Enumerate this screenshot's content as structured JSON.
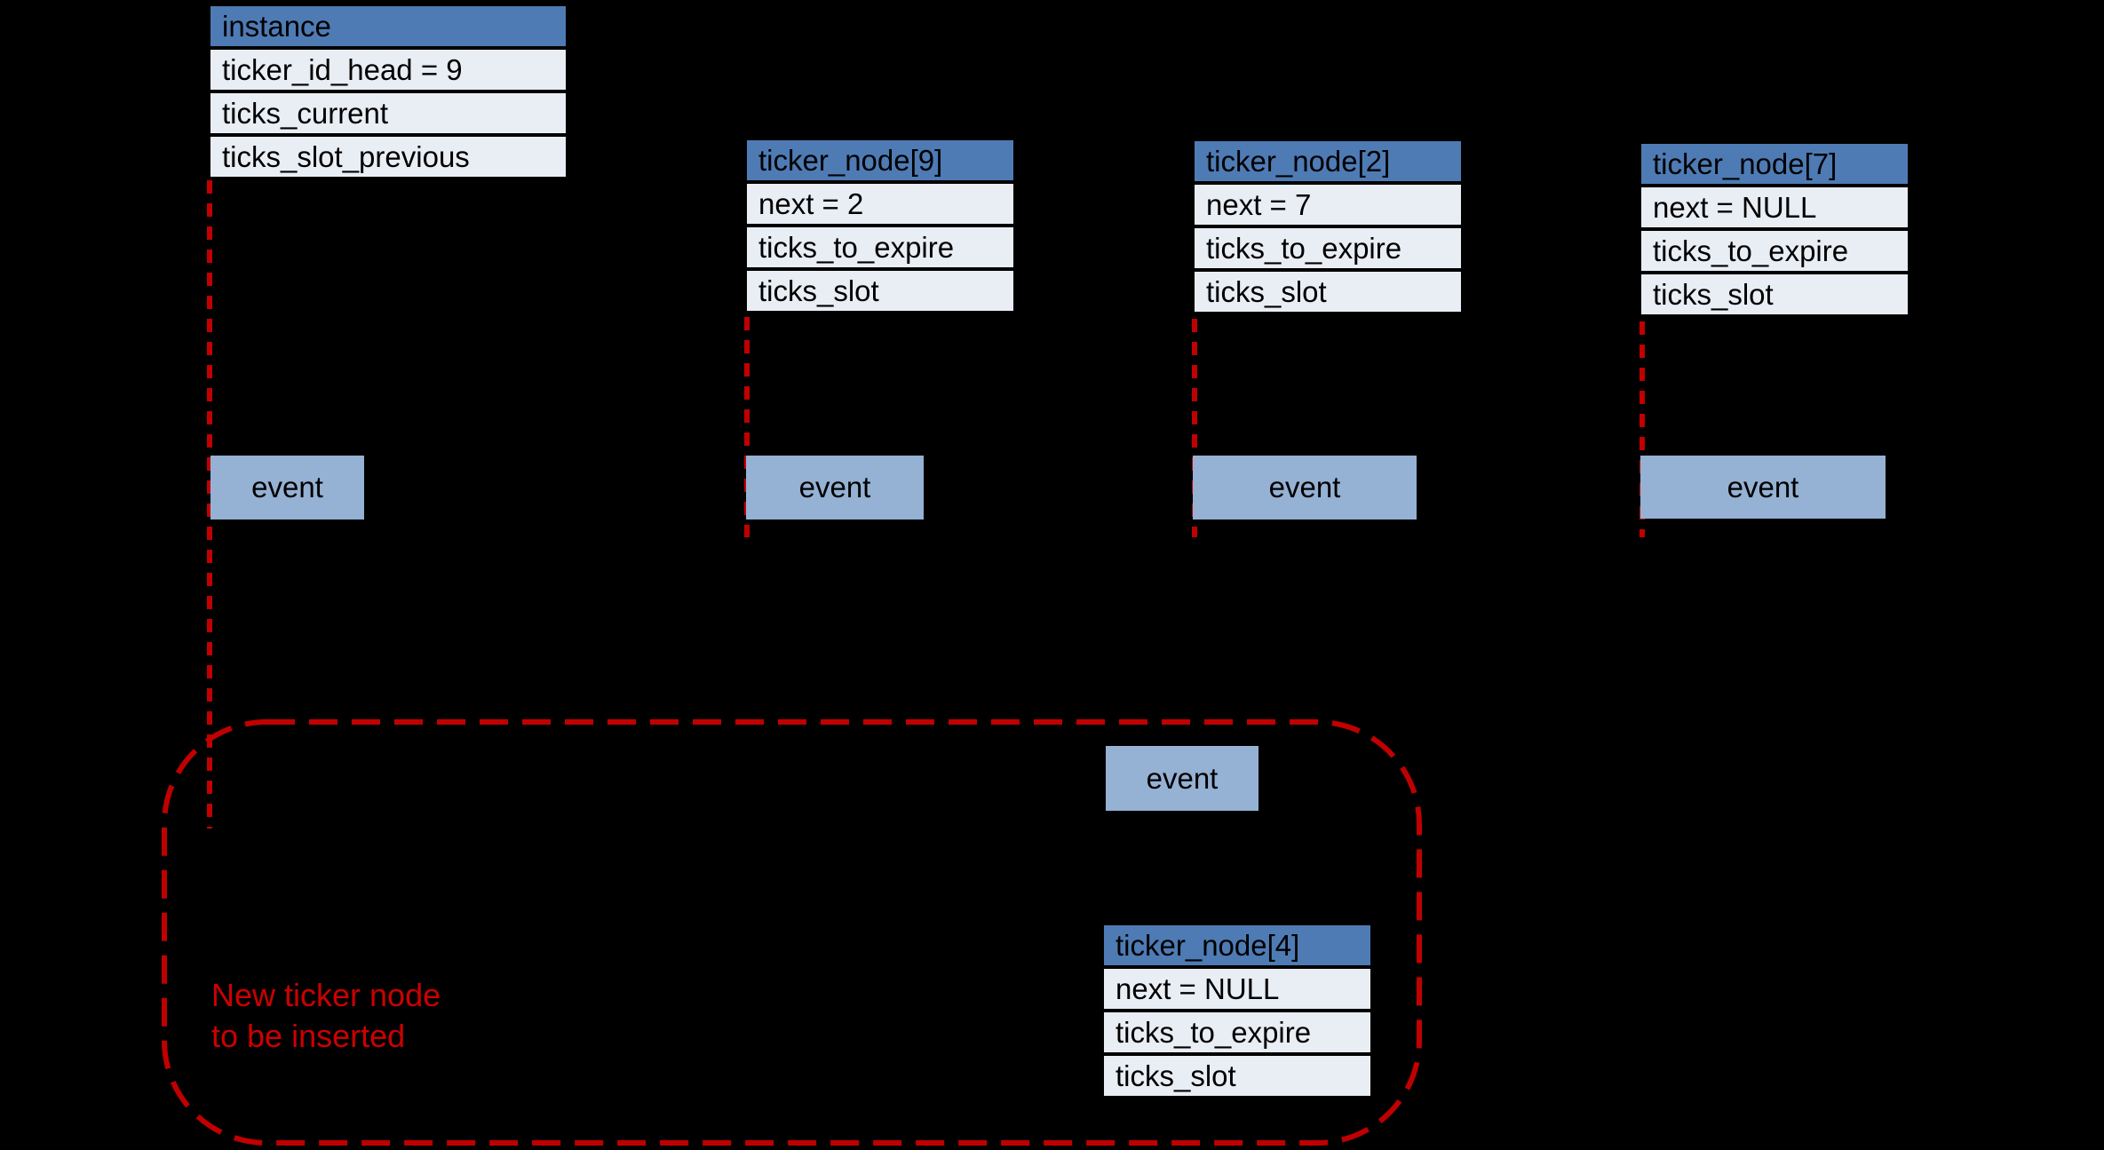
{
  "diagram": {
    "instance_table": {
      "title": "instance",
      "rows": [
        "ticker_id_head = 9",
        "ticks_current",
        "ticks_slot_previous"
      ]
    },
    "node_tables": [
      {
        "title": "ticker_node[9]",
        "rows": [
          "next = 2",
          "ticks_to_expire",
          "ticks_slot"
        ]
      },
      {
        "title": "ticker_node[2]",
        "rows": [
          "next = 7",
          "ticks_to_expire",
          "ticks_slot"
        ]
      },
      {
        "title": "ticker_node[7]",
        "rows": [
          "next = NULL",
          "ticks_to_expire",
          "ticks_slot"
        ]
      },
      {
        "title": "ticker_node[4]",
        "rows": [
          "next = NULL",
          "ticks_to_expire",
          "ticks_slot"
        ]
      }
    ],
    "event_label": "event",
    "note": {
      "line1": "New ticker node",
      "line2": "to be inserted"
    },
    "colors": {
      "canvas_bg": "#000000",
      "header_blue": "#4E7BB4",
      "row_bg": "#E9EDF4",
      "event_blue": "#95B1D3",
      "dashed_red": "#C00000",
      "note_red": "#CC0000"
    }
  }
}
